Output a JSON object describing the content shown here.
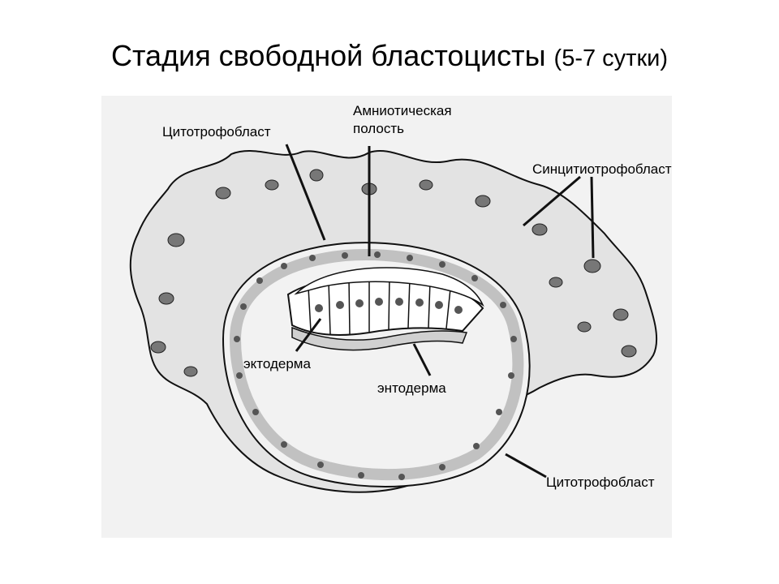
{
  "title": {
    "main": "Стадия свободной бластоцисты",
    "sub": "(5-7 сутки)"
  },
  "labels": {
    "cytotrophoblast_top": "Цитотрофобласт",
    "amniotic_cavity_line1": "Амниотическая",
    "amniotic_cavity_line2": "полость",
    "syncytiotrophoblast": "Синцитиотрофобласт",
    "ectoderm": "эктодерма",
    "entoderm": "энтодерма",
    "cytotrophoblast_bottom": "Цитотрофобласт"
  },
  "colors": {
    "figure_background": "#f2f2f2",
    "outline": "#111111",
    "nucleus": "#555555",
    "tissue_fill": "#e3e3e3"
  }
}
